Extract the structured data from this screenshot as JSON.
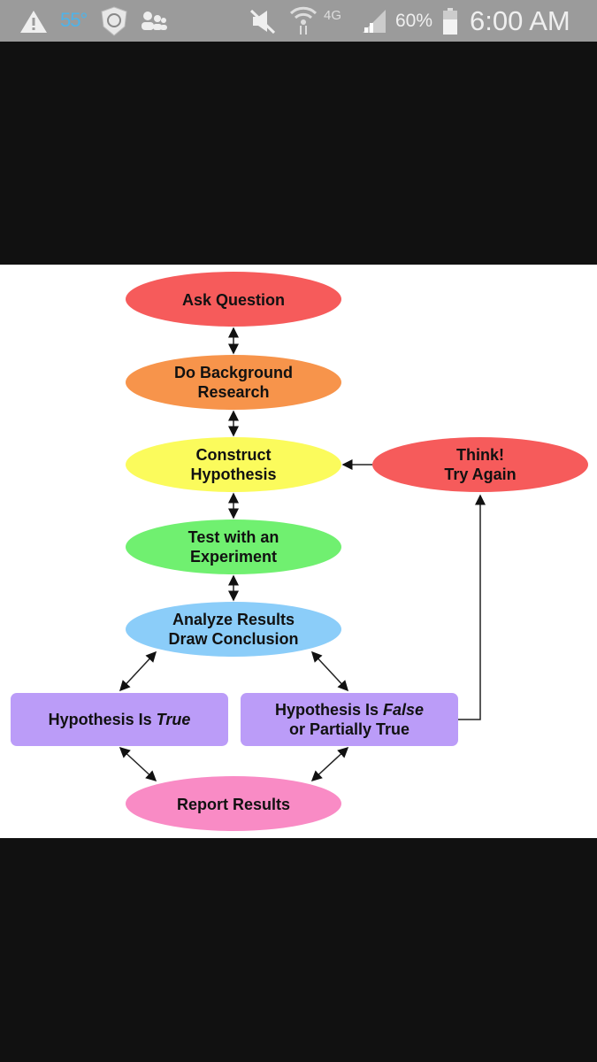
{
  "status_bar": {
    "temperature": "55°",
    "battery_percent": "60%",
    "time": "6:00 AM",
    "network": "4G",
    "icons": [
      "warning-icon",
      "shield-icon",
      "contacts-icon",
      "mute-icon",
      "wifi-icon",
      "4g-lte-icon",
      "signal-icon",
      "battery-icon"
    ],
    "battery_level": 0.6
  },
  "diagram": {
    "ask_question": "Ask Question",
    "background_research": [
      "Do Background",
      "Research"
    ],
    "construct_hypothesis": [
      "Construct",
      "Hypothesis"
    ],
    "think_try_again": [
      "Think!",
      "Try Again"
    ],
    "test_experiment": [
      "Test with an",
      "Experiment"
    ],
    "analyze": [
      "Analyze Results",
      "Draw Conclusion"
    ],
    "hypothesis_true": {
      "prefix": "Hypothesis Is ",
      "emph": "True"
    },
    "hypothesis_false": {
      "prefix": "Hypothesis Is ",
      "emph": "False",
      "line2": "or Partially True"
    },
    "report_results": "Report Results",
    "colors": {
      "red": "#f65b5b",
      "orange": "#f7944b",
      "yellow": "#fbfb5c",
      "green": "#70f070",
      "blue": "#8bcdf9",
      "purple": "#bb9cf8",
      "pink": "#f98bc5"
    }
  }
}
